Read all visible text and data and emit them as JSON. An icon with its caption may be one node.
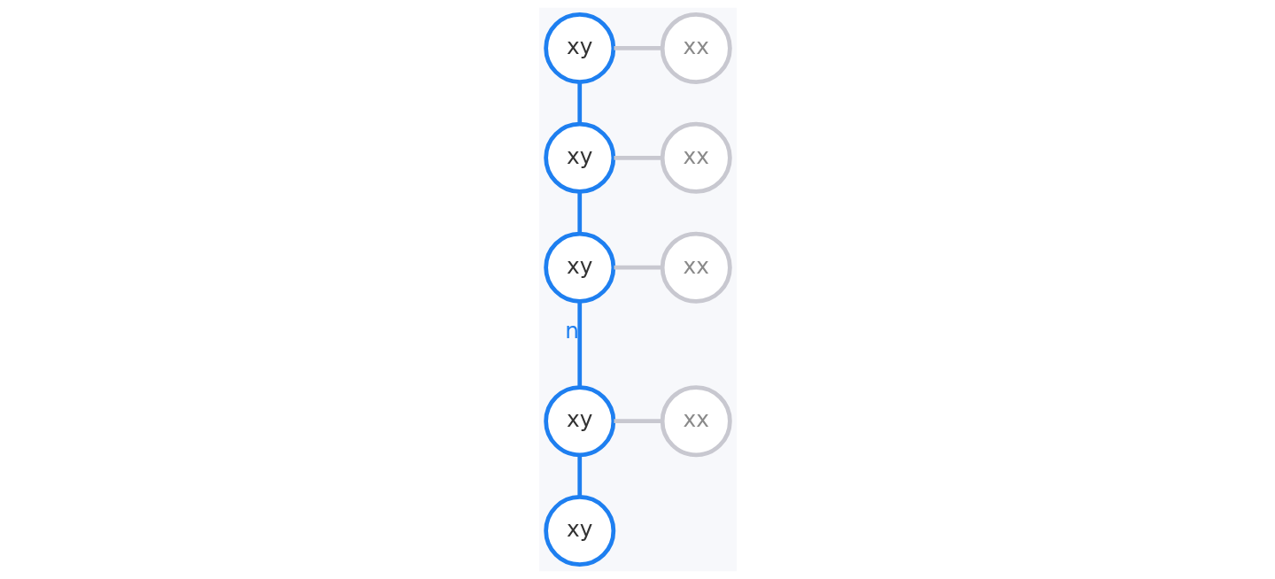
{
  "diagram": {
    "nodes": [
      {
        "text": [
          "xy"
        ]
      },
      {
        "text": [
          "xx"
        ]
      },
      {
        "text": [
          "xy"
        ]
      },
      {
        "text": [
          "xx"
        ]
      },
      {
        "text": [
          "xy"
        ]
      },
      {
        "text": [
          "xx"
        ]
      },
      {
        "text": [
          "xy"
        ]
      },
      {
        "text": [
          "xx"
        ]
      },
      {
        "text": [
          "xy"
        ]
      }
    ],
    "edges": [
      {
        "from": 0,
        "to": 1,
        "arrow": "none",
        "color": "#c8c8d0"
      },
      {
        "from": 0,
        "to": 2,
        "arrow": "none",
        "color": "#1e7ff0"
      },
      {
        "from": 2,
        "to": 3,
        "arrow": "none",
        "color": "#c8c8d0"
      },
      {
        "from": 2,
        "to": 4,
        "arrow": "none",
        "color": "#1e7ff0"
      },
      {
        "from": 4,
        "to": 5,
        "arrow": "none",
        "color": "#c8c8d0"
      },
      {
        "from": 4,
        "to": 6,
        "arrow": "none",
        "color": "#1e7ff0",
        "label": "n"
      },
      {
        "from": 6,
        "to": 7,
        "arrow": "none",
        "color": "#c8c8d0"
      },
      {
        "from": 6,
        "to": 8,
        "arrow": "none",
        "color": "#1e7ff0"
      }
    ]
  }
}
